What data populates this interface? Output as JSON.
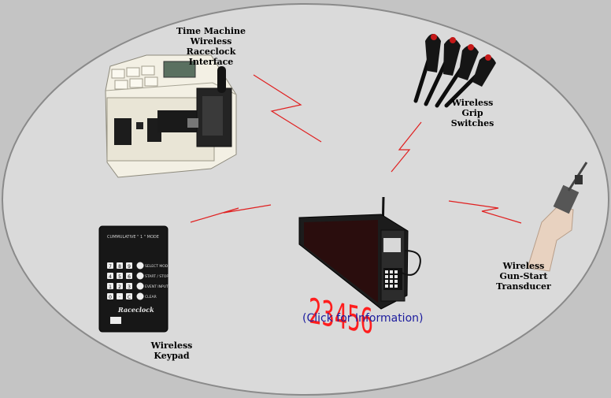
{
  "diagram": {
    "devices": [
      {
        "id": "interface",
        "lines": [
          "Time Machine",
          "Wireless Raceclock",
          "Interface"
        ]
      },
      {
        "id": "grip",
        "lines": [
          "Wireless Grip",
          "Switches"
        ]
      },
      {
        "id": "gun",
        "lines": [
          "Wireless",
          "Gun-Start",
          "Transducer"
        ]
      },
      {
        "id": "keypad",
        "lines": [
          "Wireless Keypad"
        ]
      }
    ],
    "display_digits": "23456",
    "keypad": {
      "header": "CUMMULATIVE \" 1 \" MODE",
      "keys": [
        "7",
        "8",
        "9",
        "4",
        "5",
        "6",
        "1",
        "2",
        "3",
        "0",
        "·",
        "C"
      ],
      "side_labels": [
        "SELECT MODE",
        "START / STOP",
        "EVENT INPUT",
        "CLEAR"
      ],
      "brand": "Raceclock"
    },
    "link_text": "(Click for Information)",
    "colors": {
      "background": "#c4c4c4",
      "ellipse_fill": "#dadada",
      "wireless_signal": "#e02020",
      "led_red": "#ff1e1e",
      "link": "#1c1c9e"
    }
  }
}
